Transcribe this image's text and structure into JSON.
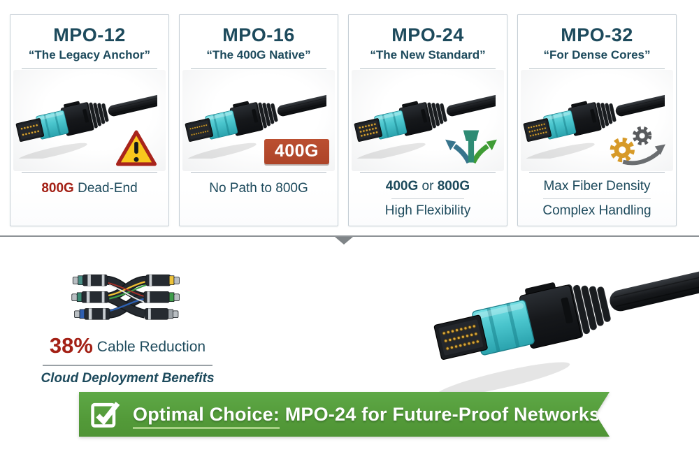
{
  "colors": {
    "heading_navy": "#1d4a5c",
    "accent_red": "#a32015",
    "badge_red": "#b54a2e",
    "connector_aqua": "#4cc7d2",
    "banner_green": "#57a03e",
    "card_border": "#c5ced5",
    "divider_gray": "#8d9296",
    "pin_gold": "#d8a63c"
  },
  "cards": [
    {
      "title": "MPO-12",
      "subtitle": "“The Legacy Anchor”",
      "icon": "warning-triangle-icon",
      "caption_accent": "800G",
      "caption_rest": " Dead-End",
      "pins": {
        "rows": 2,
        "cols": 6
      }
    },
    {
      "title": "MPO-16",
      "subtitle": "“The 400G Native”",
      "badge": "400G",
      "caption": "No Path to 800G",
      "pins": {
        "rows": 2,
        "cols": 8
      }
    },
    {
      "title": "MPO-24",
      "subtitle": "“The New Standard”",
      "icon": "branch-arrows-icon",
      "caption_b1": "400G",
      "caption_mid": " or ",
      "caption_b2": "800G",
      "caption2": "High Flexibility",
      "pins": {
        "rows": 3,
        "cols": 6
      }
    },
    {
      "title": "MPO-32",
      "subtitle": "“For Dense Cores”",
      "icon": "gears-icon",
      "caption": "Max Fiber Density",
      "caption2": "Complex Handling",
      "pins": {
        "rows": 3,
        "cols": 7
      }
    }
  ],
  "benefit": {
    "stat_value": "38%",
    "stat_label": " Cable Reduction",
    "subtitle": "Cloud Deployment Benefits"
  },
  "banner": {
    "icon": "checkbox-check-icon",
    "lead": "Optimal Choice:",
    "rest": " MPO-24 for Future-Proof Networks"
  },
  "big_connector": {
    "pins": {
      "rows": 3,
      "cols": 8
    }
  }
}
